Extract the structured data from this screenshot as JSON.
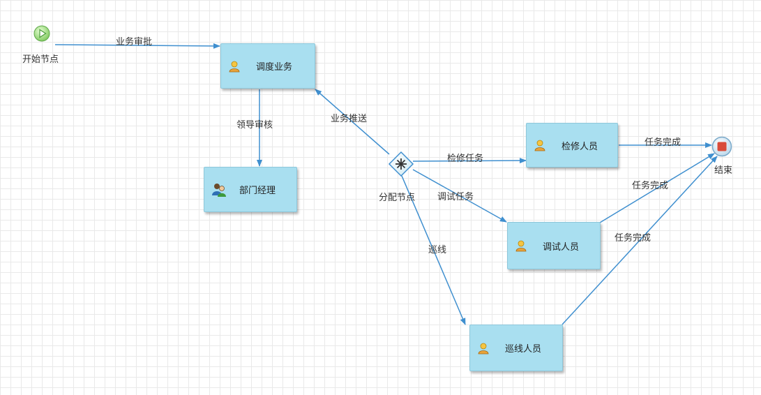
{
  "colors": {
    "task_fill": "#a9dff0",
    "edge": "#3f8fcf",
    "start": "#8fd16b",
    "end": "#d94b3a"
  },
  "nodes": {
    "start": {
      "label": "开始节点",
      "icon": "play-icon"
    },
    "dispatch": {
      "label": "调度业务",
      "icon": "user-icon"
    },
    "manager": {
      "label": "部门经理",
      "icon": "users-icon"
    },
    "gateway": {
      "label": "分配节点",
      "icon": "gateway-icon"
    },
    "maintenance": {
      "label": "检修人员",
      "icon": "user-icon"
    },
    "debug": {
      "label": "调试人员",
      "icon": "user-icon"
    },
    "patrol": {
      "label": "巡线人员",
      "icon": "user-icon"
    },
    "end": {
      "label": "结束",
      "icon": "stop-icon"
    }
  },
  "edges": {
    "business_approval": "业务审批",
    "leader_review": "领导审核",
    "business_push": "业务推送",
    "repair_task": "检修任务",
    "debug_task": "调试任务",
    "patrol": "巡线",
    "done_1": "任务完成",
    "done_2": "任务完成",
    "done_3": "任务完成"
  }
}
